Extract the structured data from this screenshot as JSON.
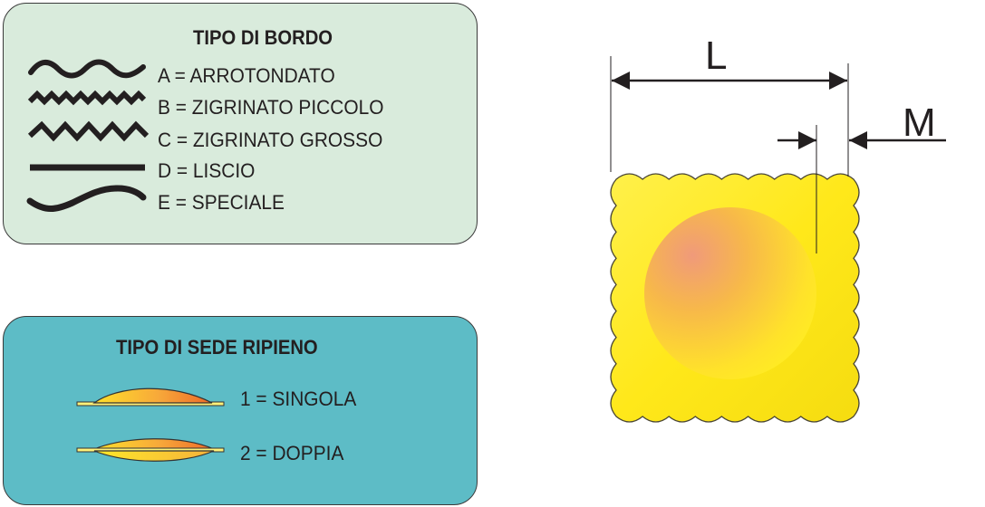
{
  "bordo": {
    "title": "TIPO DI BORDO",
    "items": [
      {
        "label": "A = ARROTONDATO",
        "icon": "rounded-edge-icon"
      },
      {
        "label": "B = ZIGRINATO PICCOLO",
        "icon": "small-zigzag-edge-icon"
      },
      {
        "label": "C = ZIGRINATO GROSSO",
        "icon": "large-zigzag-edge-icon"
      },
      {
        "label": "D = LISCIO",
        "icon": "smooth-edge-icon"
      },
      {
        "label": "E = SPECIALE",
        "icon": "special-edge-icon"
      }
    ]
  },
  "sede": {
    "title": "TIPO DI SEDE RIPIENO",
    "items": [
      {
        "label": "1 = SINGOLA",
        "icon": "single-filling-icon"
      },
      {
        "label": "2 = DOPPIA",
        "icon": "double-filling-icon"
      }
    ]
  },
  "dimensions": {
    "length_label": "L",
    "margin_label": "M"
  },
  "colors": {
    "bordo_panel": "#d9ebdc",
    "sede_panel": "#5dbcc6",
    "pasta_yellow": "#ffec1f",
    "filling_orange": "#f08a3c"
  }
}
